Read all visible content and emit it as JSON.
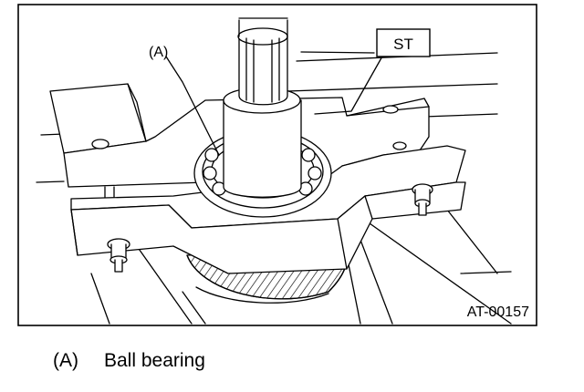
{
  "figure": {
    "callout_a": "(A)",
    "callout_st": "ST",
    "figure_id": "AT-00157"
  },
  "caption": {
    "tag": "(A)",
    "text": "Ball bearing"
  }
}
